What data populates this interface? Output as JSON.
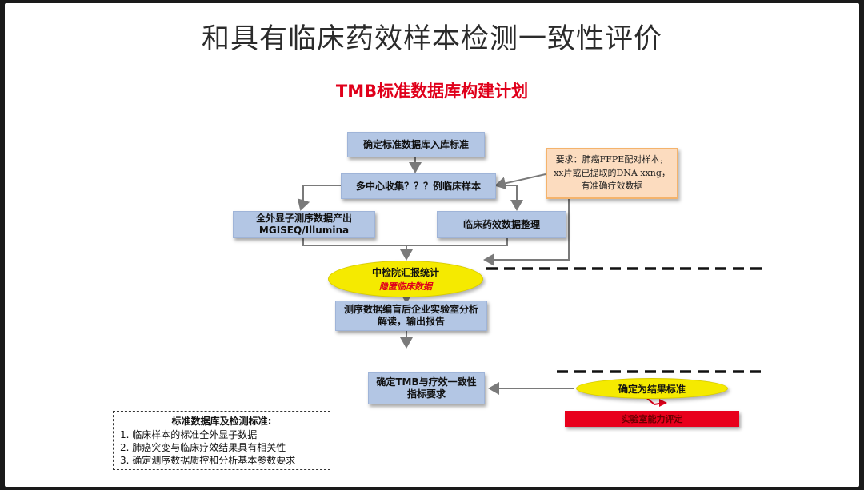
{
  "slide": {
    "title": "和具有临床药效样本检测一致性评价",
    "subtitle": "TMB标准数据库构建计划"
  },
  "flow": {
    "step1": "确定标准数据库入库标准",
    "step2": "多中心收集？？？例临床样本",
    "step3a": "全外显子测序数据产出 MGISEQ/Illumina",
    "step3b": "临床药效数据整理",
    "step4": "中检院汇报统计",
    "step4_note": "隐匿临床数据",
    "step5": "测序数据编盲后企业实验室分析解读，输出报告",
    "step6": "确定TMB与疗效一致性指标要求",
    "result": "确定为结果标准",
    "lab_eval": "实验室能力评定",
    "requirement": "要求：肺癌FFPE配对样本，xx片或已提取的DNA xxng，有准确疗效数据"
  },
  "legend": {
    "title": "标准数据库及检测标准:",
    "items": [
      "1. 临床样本的标准全外显子数据",
      "2. 肺癌突变与临床疗效结果具有相关性",
      "3. 确定测序数据质控和分析基本参数要求"
    ]
  },
  "colors": {
    "title_red": "#e0001b",
    "box_blue": "#b3c6e4",
    "ellipse_yellow": "#f5ea00",
    "note_orange": "#fcdcbf",
    "bar_red": "#e8001c"
  }
}
